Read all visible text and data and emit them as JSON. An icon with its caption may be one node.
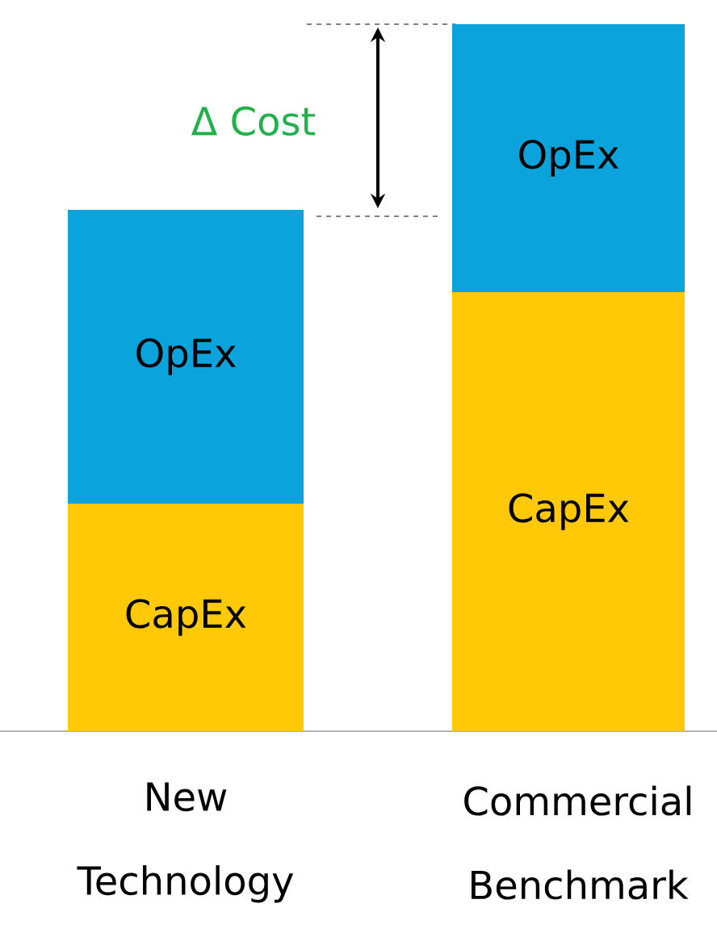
{
  "diagram": {
    "nodes": [
      {
        "text": [
          "OpEx"
        ]
      },
      {
        "text": [
          "CapEx"
        ]
      },
      {
        "text": [
          "OpEx"
        ]
      },
      {
        "text": [
          "CapEx"
        ]
      }
    ],
    "labels": [
      "Δ Cost",
      "New Technology",
      "Commercial Benchmark"
    ]
  }
}
